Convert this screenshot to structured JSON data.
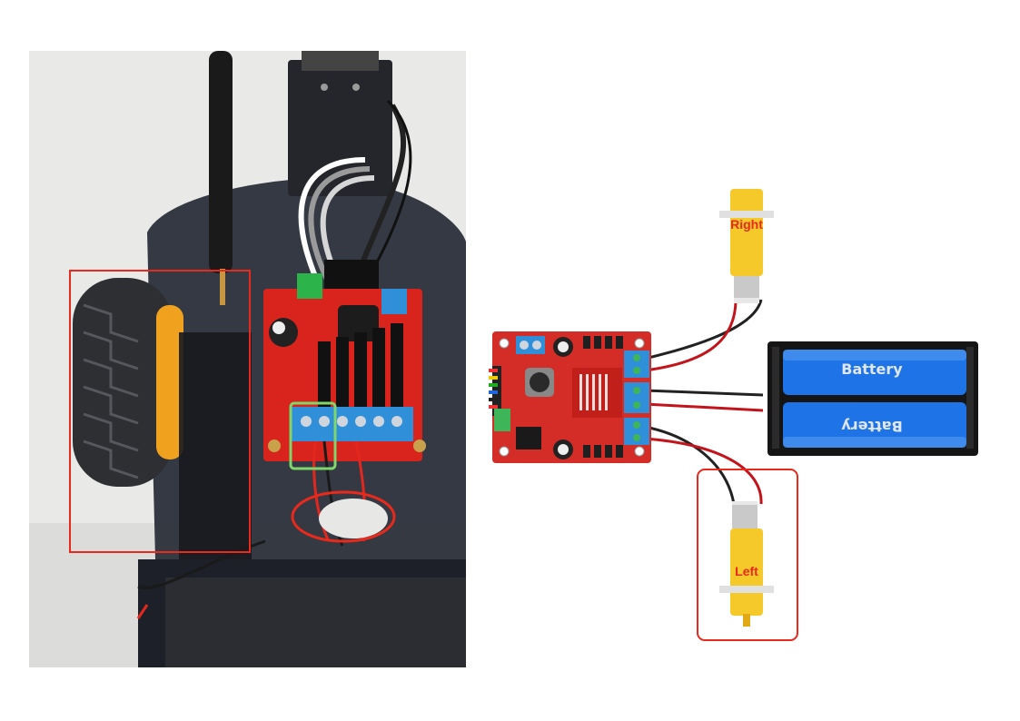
{
  "diagram": {
    "motor_right_label": "Right",
    "motor_left_label": "Left",
    "battery_top_label": "Battery",
    "battery_bottom_label": "Battery"
  },
  "colors": {
    "highlight_red": "#e8291c",
    "highlight_green": "#7fd66a",
    "motor_yellow": "#f5c92a",
    "pcb_red": "#d42c26",
    "terminal_blue": "#2f8fd8",
    "battery_blue": "#1e74e6",
    "wire_red": "#c4141b",
    "wire_black": "#222222"
  }
}
